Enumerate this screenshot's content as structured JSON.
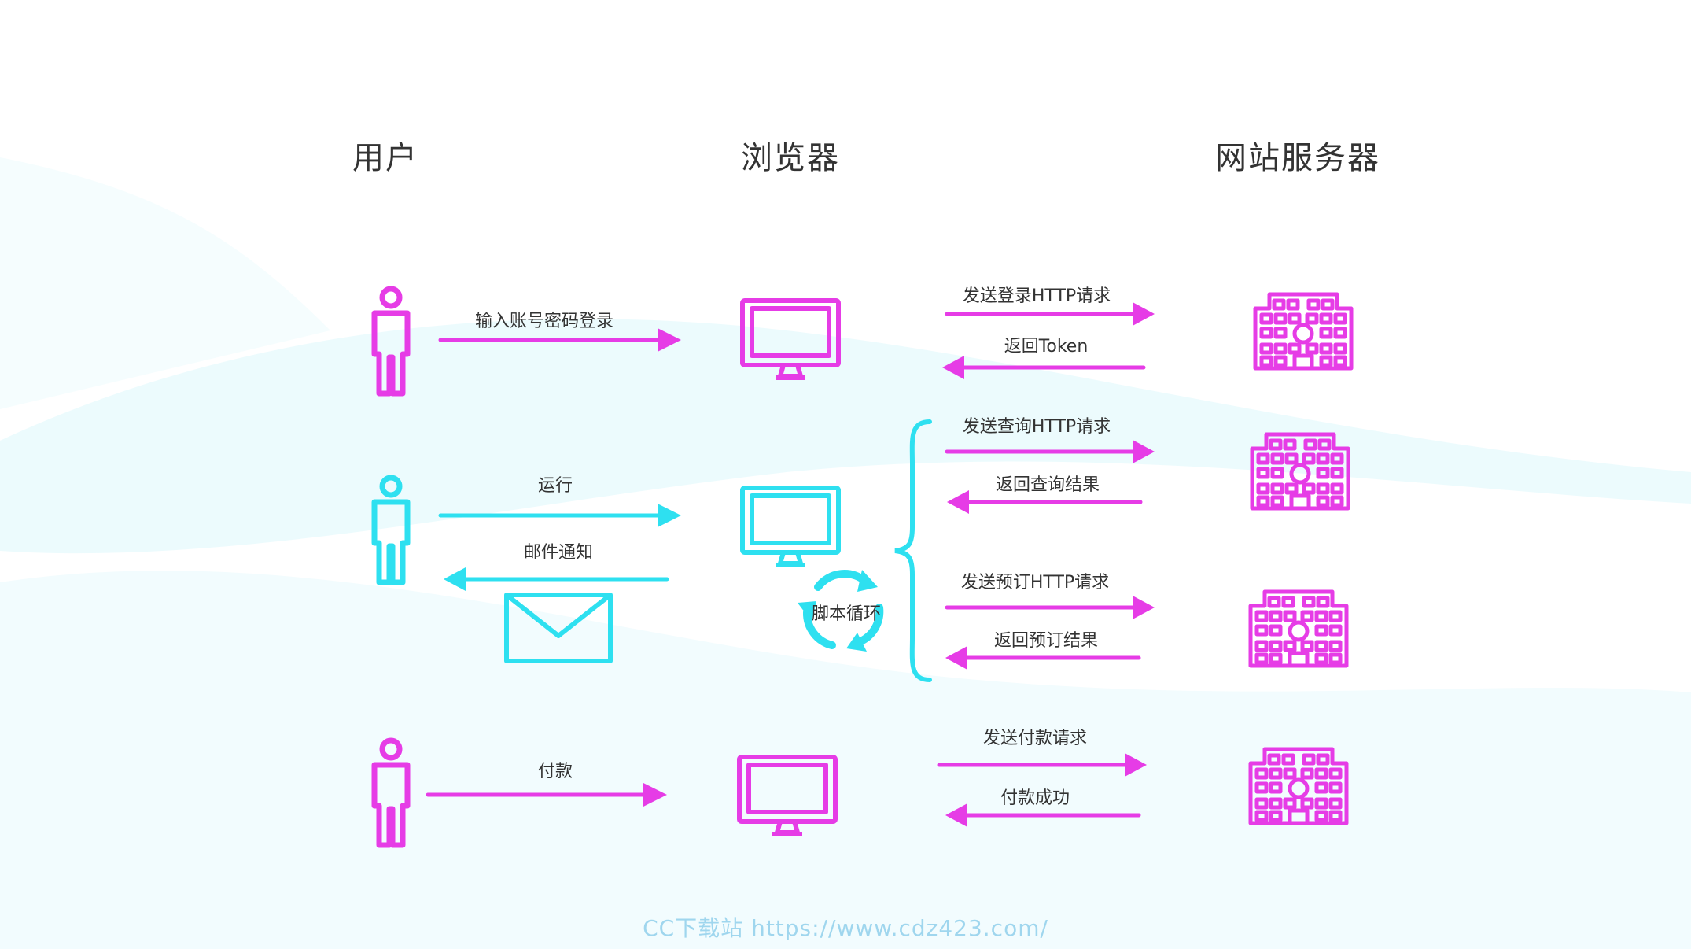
{
  "headers": {
    "user": "用户",
    "browser": "浏览器",
    "server": "网站服务器"
  },
  "rows": {
    "login": {
      "user_action": "输入账号密码登录",
      "request": "发送登录HTTP请求",
      "response": "返回Token"
    },
    "script": {
      "run": "运行",
      "mail": "邮件通知",
      "loop": "脚本循环",
      "query_request": "发送查询HTTP请求",
      "query_response": "返回查询结果",
      "book_request": "发送预订HTTP请求",
      "book_response": "返回预订结果"
    },
    "pay": {
      "user_action": "付款",
      "request": "发送付款请求",
      "response": "付款成功"
    }
  },
  "footer": {
    "watermark": "CC下载站  https://www.cdz423.com/"
  },
  "colors": {
    "magenta": "#e63ce6",
    "cyan": "#2ee0f0",
    "text": "#333333",
    "watermark": "#9fd6ee"
  },
  "icons": [
    "person-icon",
    "monitor-icon",
    "building-icon",
    "envelope-icon",
    "cycle-arrows-icon",
    "brace-icon"
  ]
}
